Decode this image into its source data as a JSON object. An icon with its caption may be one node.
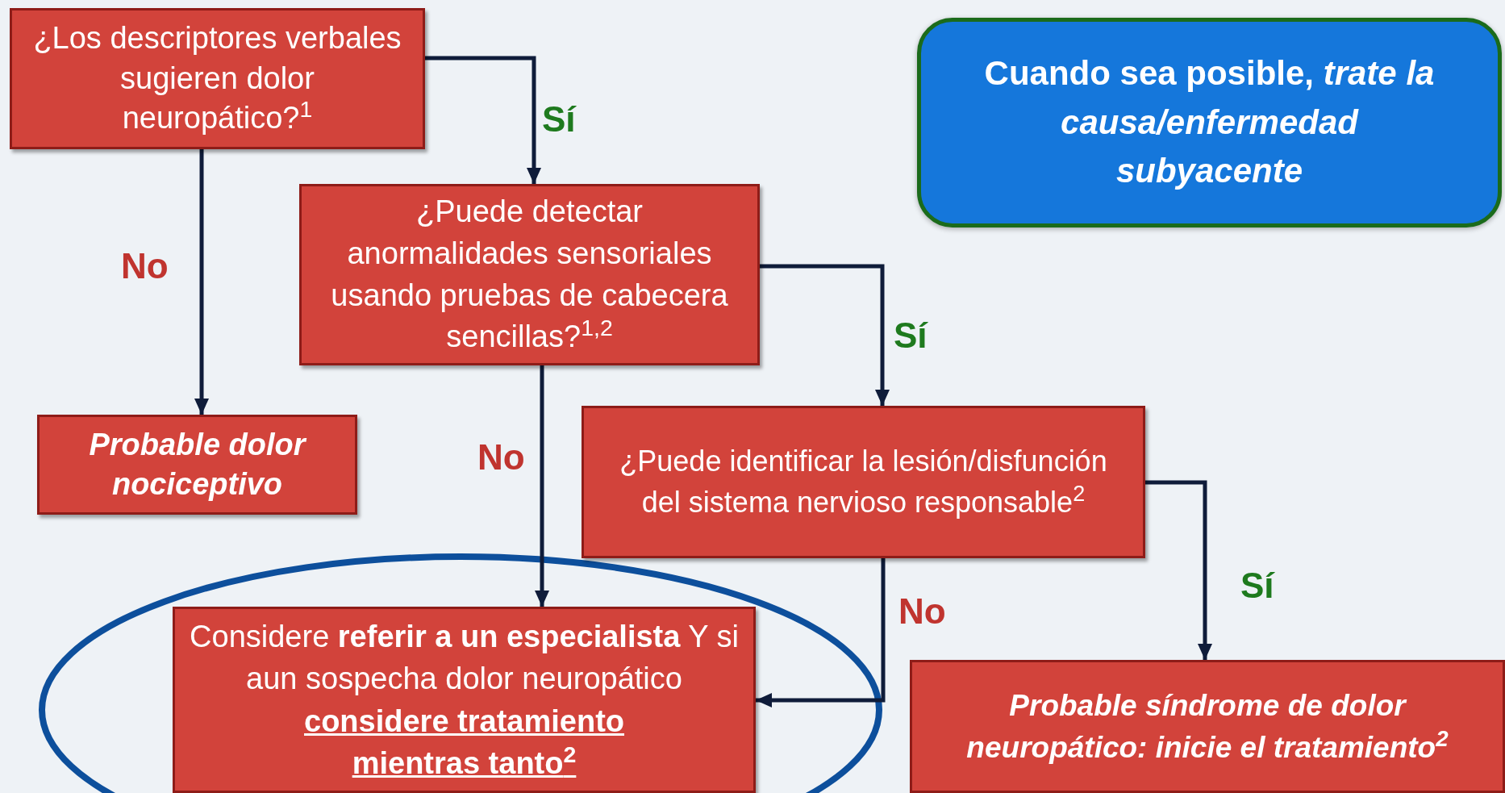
{
  "diagram": {
    "nodes": [
      {
        "text": [
          "¿Los descriptores verbales sugieren dolor neuropático?$^{1}$"
        ]
      },
      {
        "text": [
          "¿Puede detectar anormalidades sensoriales usando pruebas de cabecera sencillas?$^{1,2}$"
        ]
      },
      {
        "text": [
          "Probable dolor nociceptivo"
        ]
      },
      {
        "text": [
          "¿Puede identificar la lesión/disfunción del sistema nervioso responsable$^{2}$"
        ]
      },
      {
        "text": [
          "Considere **referir a un especialista** Y si aun sospecha dolor neuropático",
          "considere tratamiento mientras tanto$^{2}$"
        ]
      },
      {
        "text": [
          "Probable síndrome de dolor neuropático: inicie el tratamiento$^{2}$"
        ]
      },
      {
        "text": [
          "Cuando sea posible, *trate la causa/enfermedad subyacente*"
        ]
      }
    ],
    "edges": [
      {
        "from": 0,
        "to": 1,
        "arrow": "to",
        "label": "Sí"
      },
      {
        "from": 0,
        "to": 2,
        "arrow": "to",
        "label": "No"
      },
      {
        "from": 1,
        "to": 3,
        "arrow": "to",
        "label": "Sí"
      },
      {
        "from": 1,
        "to": 4,
        "arrow": "to",
        "label": "No"
      },
      {
        "from": 3,
        "to": 4,
        "arrow": "to",
        "label": "No"
      },
      {
        "from": 3,
        "to": 5,
        "arrow": "to",
        "label": "Sí"
      }
    ]
  }
}
